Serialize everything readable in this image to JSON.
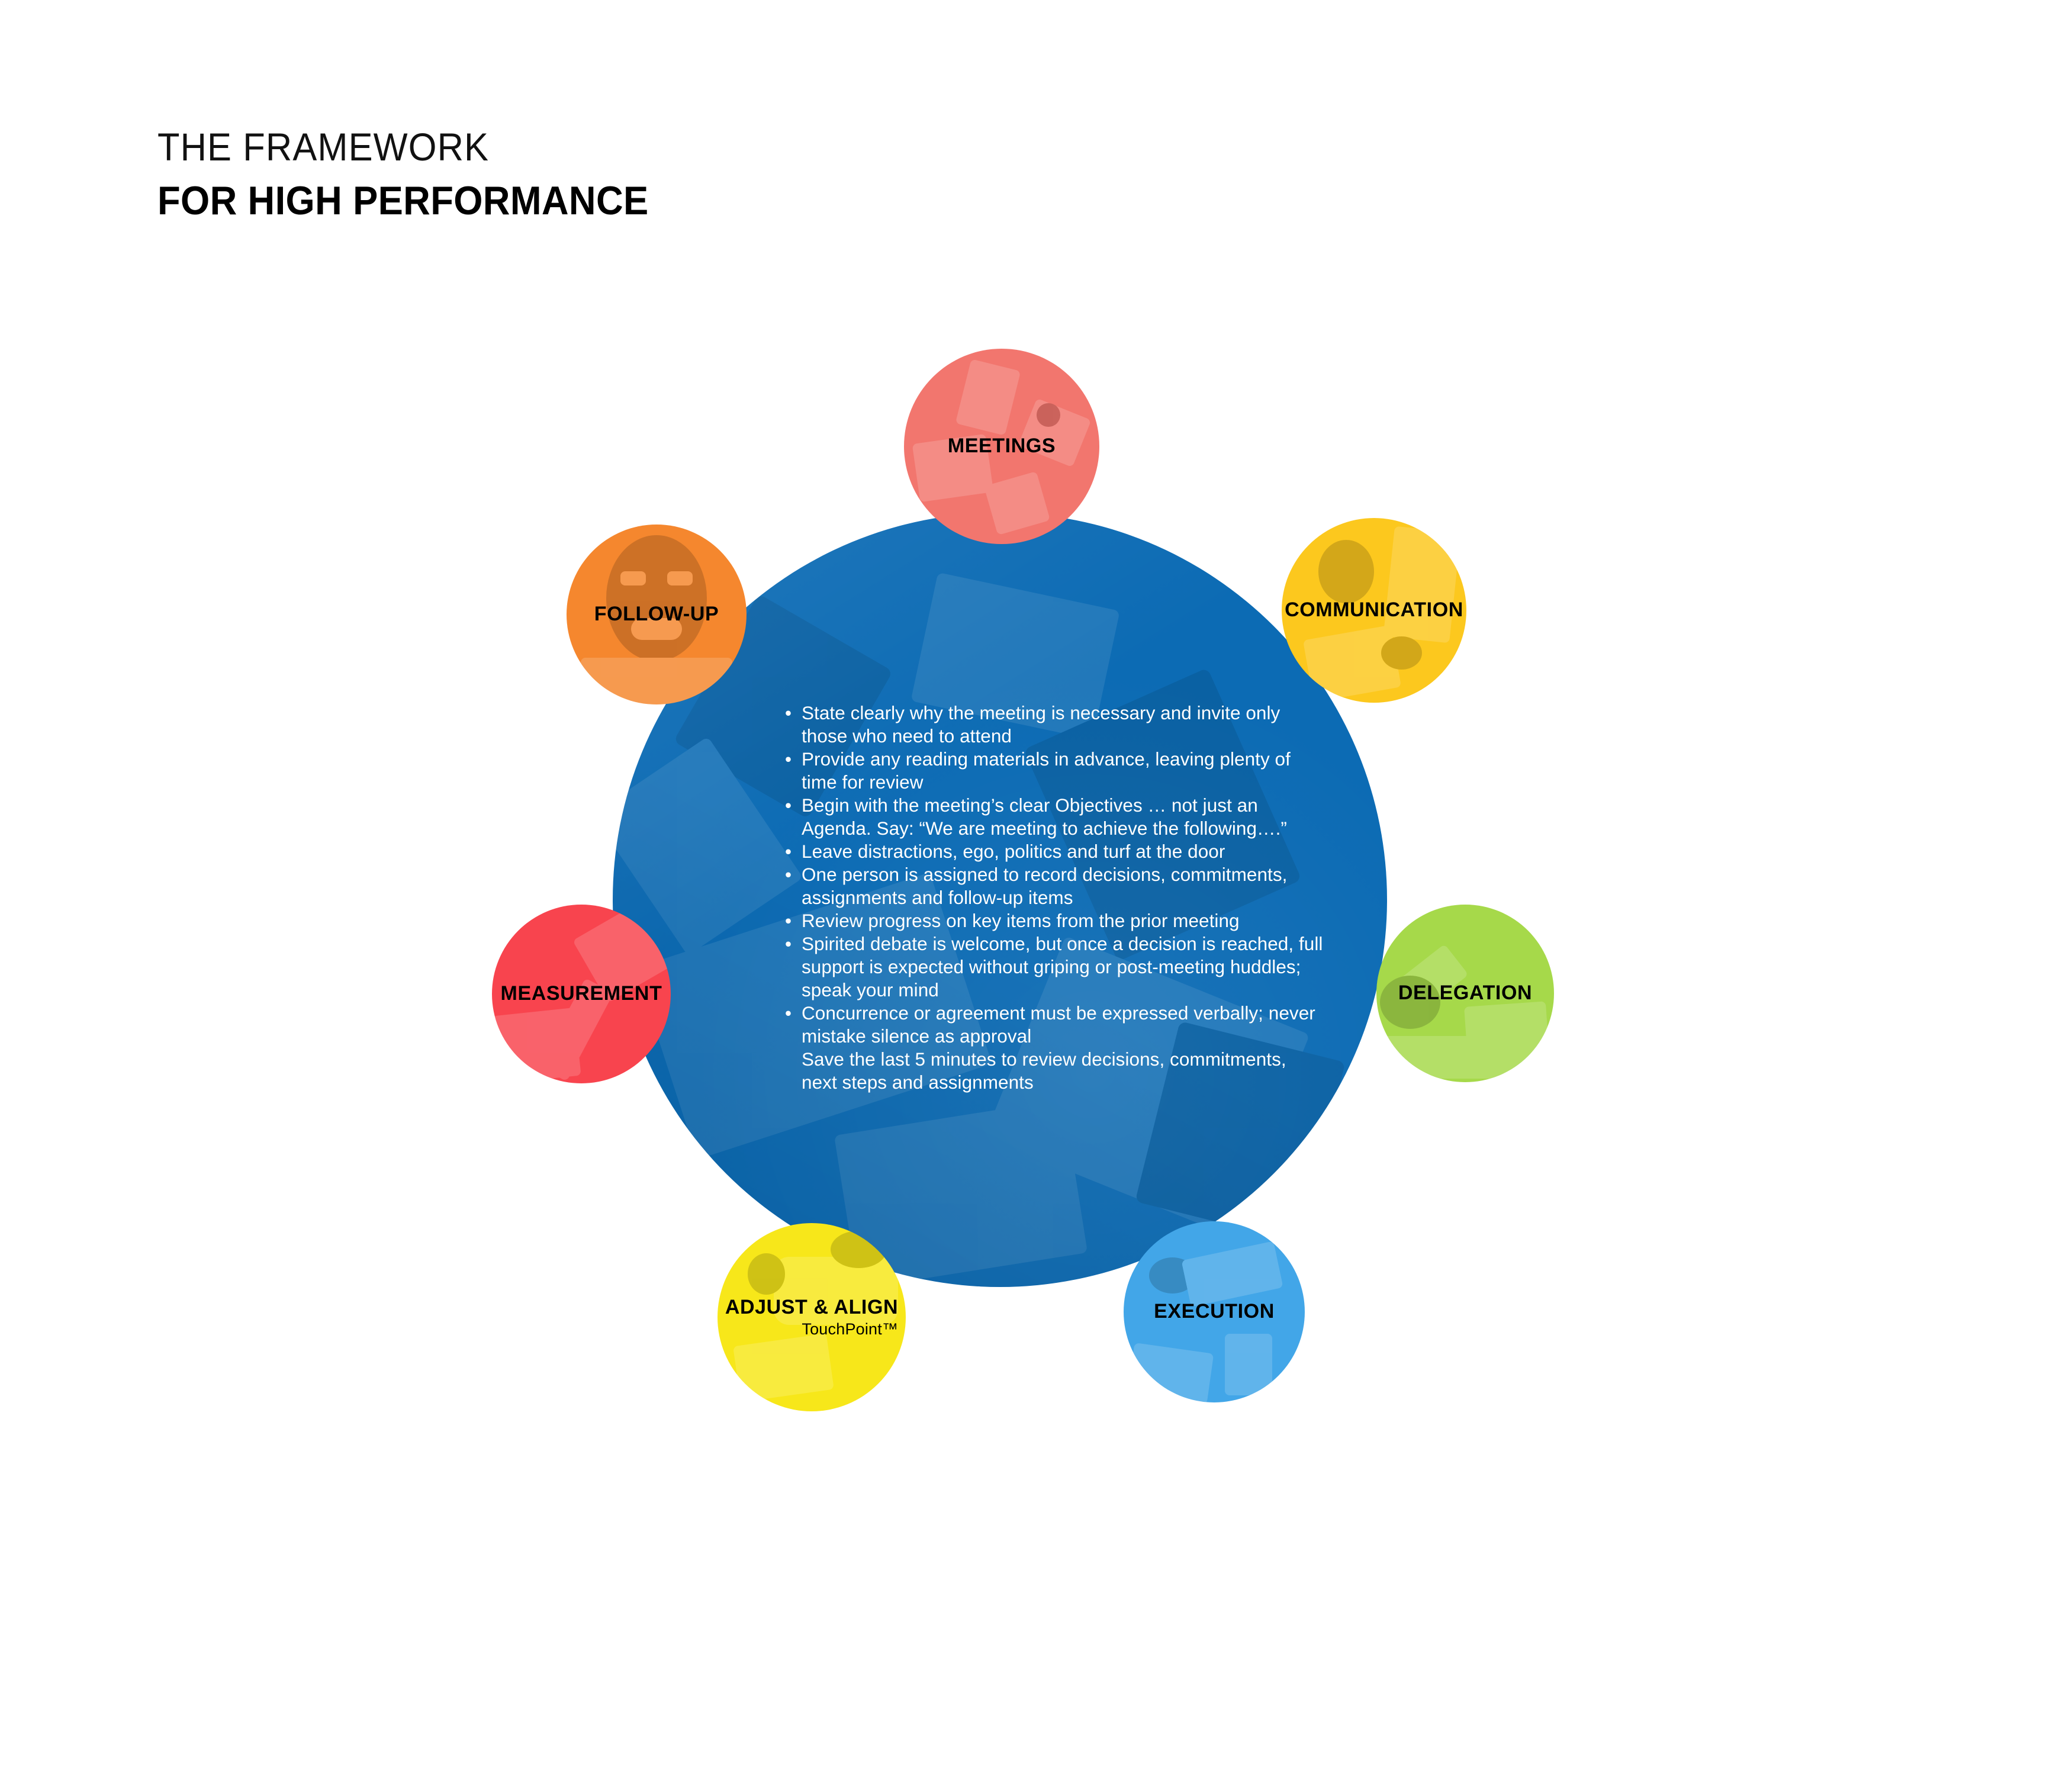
{
  "header": {
    "title_line1": "THE FRAMEWORK",
    "title_line2": "FOR HIGH PERFORMANCE"
  },
  "colors": {
    "hub": "#0C6BB4",
    "meetings": "#F2766E",
    "communication": "#FCC81E",
    "delegation": "#A6D94A",
    "execution": "#42A6E8",
    "adjust_align": "#F7E71A",
    "measurement": "#F8444E",
    "follow_up": "#F5872E",
    "text_dark": "#000000",
    "text_light": "#FFFFFF",
    "background": "#FFFFFF"
  },
  "hub": {
    "bullet_glyph": "•",
    "bullets": [
      {
        "text": "State clearly why the meeting is necessary and invite only those who need to attend",
        "has_bullet": true
      },
      {
        "text": "Provide any reading materials in advance, leaving plenty of time for review",
        "has_bullet": true
      },
      {
        "text": "Begin with the meeting’s clear Objectives … not just an Agenda. Say: “We are meeting to achieve the following….”",
        "has_bullet": true
      },
      {
        "text": "Leave distractions, ego, politics and turf at the door",
        "has_bullet": true
      },
      {
        "text": "One person is assigned to record decisions, commitments, assignments and follow-up items",
        "has_bullet": true
      },
      {
        "text": "Review progress on key items from the prior meeting",
        "has_bullet": true
      },
      {
        "text": "Spirited debate is welcome, but once a decision is reached, full support is expected without griping or post-meeting huddles; speak your mind",
        "has_bullet": true
      },
      {
        "text": "Concurrence or agreement must be expressed verbally; never mistake silence as approval",
        "has_bullet": true
      },
      {
        "text": "Save the last 5 minutes to review decisions, commitments, next steps and assignments",
        "has_bullet": false
      }
    ]
  },
  "nodes": [
    {
      "id": "meetings",
      "label": "MEETINGS",
      "sublabel": "",
      "color": "#F2766E"
    },
    {
      "id": "communication",
      "label": "COMMUNICATION",
      "sublabel": "",
      "color": "#FCC81E"
    },
    {
      "id": "delegation",
      "label": "DELEGATION",
      "sublabel": "",
      "color": "#A6D94A"
    },
    {
      "id": "execution",
      "label": "EXECUTION",
      "sublabel": "",
      "color": "#42A6E8"
    },
    {
      "id": "adjust_align",
      "label": "ADJUST & ALIGN",
      "sublabel": "TouchPoint™",
      "color": "#F7E71A"
    },
    {
      "id": "measurement",
      "label": "MEASUREMENT",
      "sublabel": "",
      "color": "#F8444E"
    },
    {
      "id": "follow_up",
      "label": "FOLLOW-UP",
      "sublabel": "",
      "color": "#F5872E"
    }
  ]
}
